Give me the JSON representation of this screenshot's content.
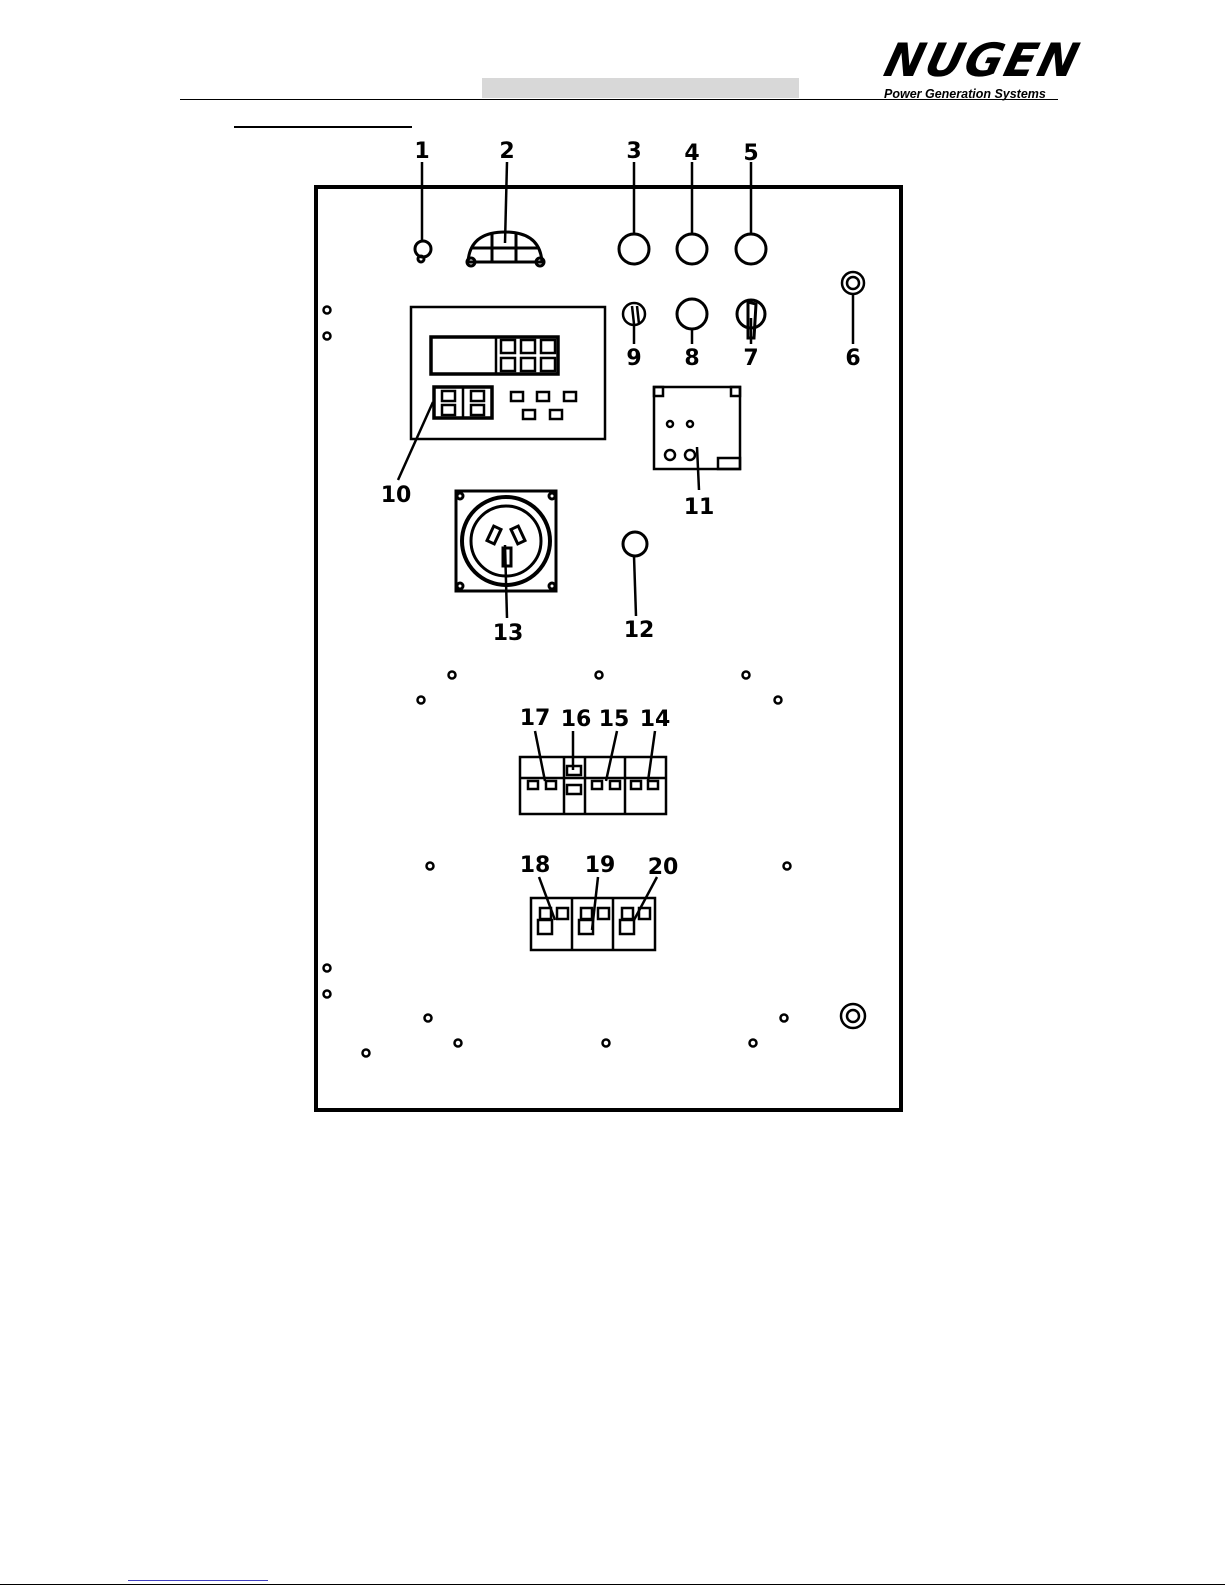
{
  "header": {
    "brand": "NUGEN",
    "tagline": "Power Generation Systems"
  },
  "diagram": {
    "callouts": [
      "1",
      "2",
      "3",
      "4",
      "5",
      "6",
      "7",
      "8",
      "9",
      "10",
      "11",
      "12",
      "13",
      "14",
      "15",
      "16",
      "17",
      "18",
      "19",
      "20"
    ]
  }
}
